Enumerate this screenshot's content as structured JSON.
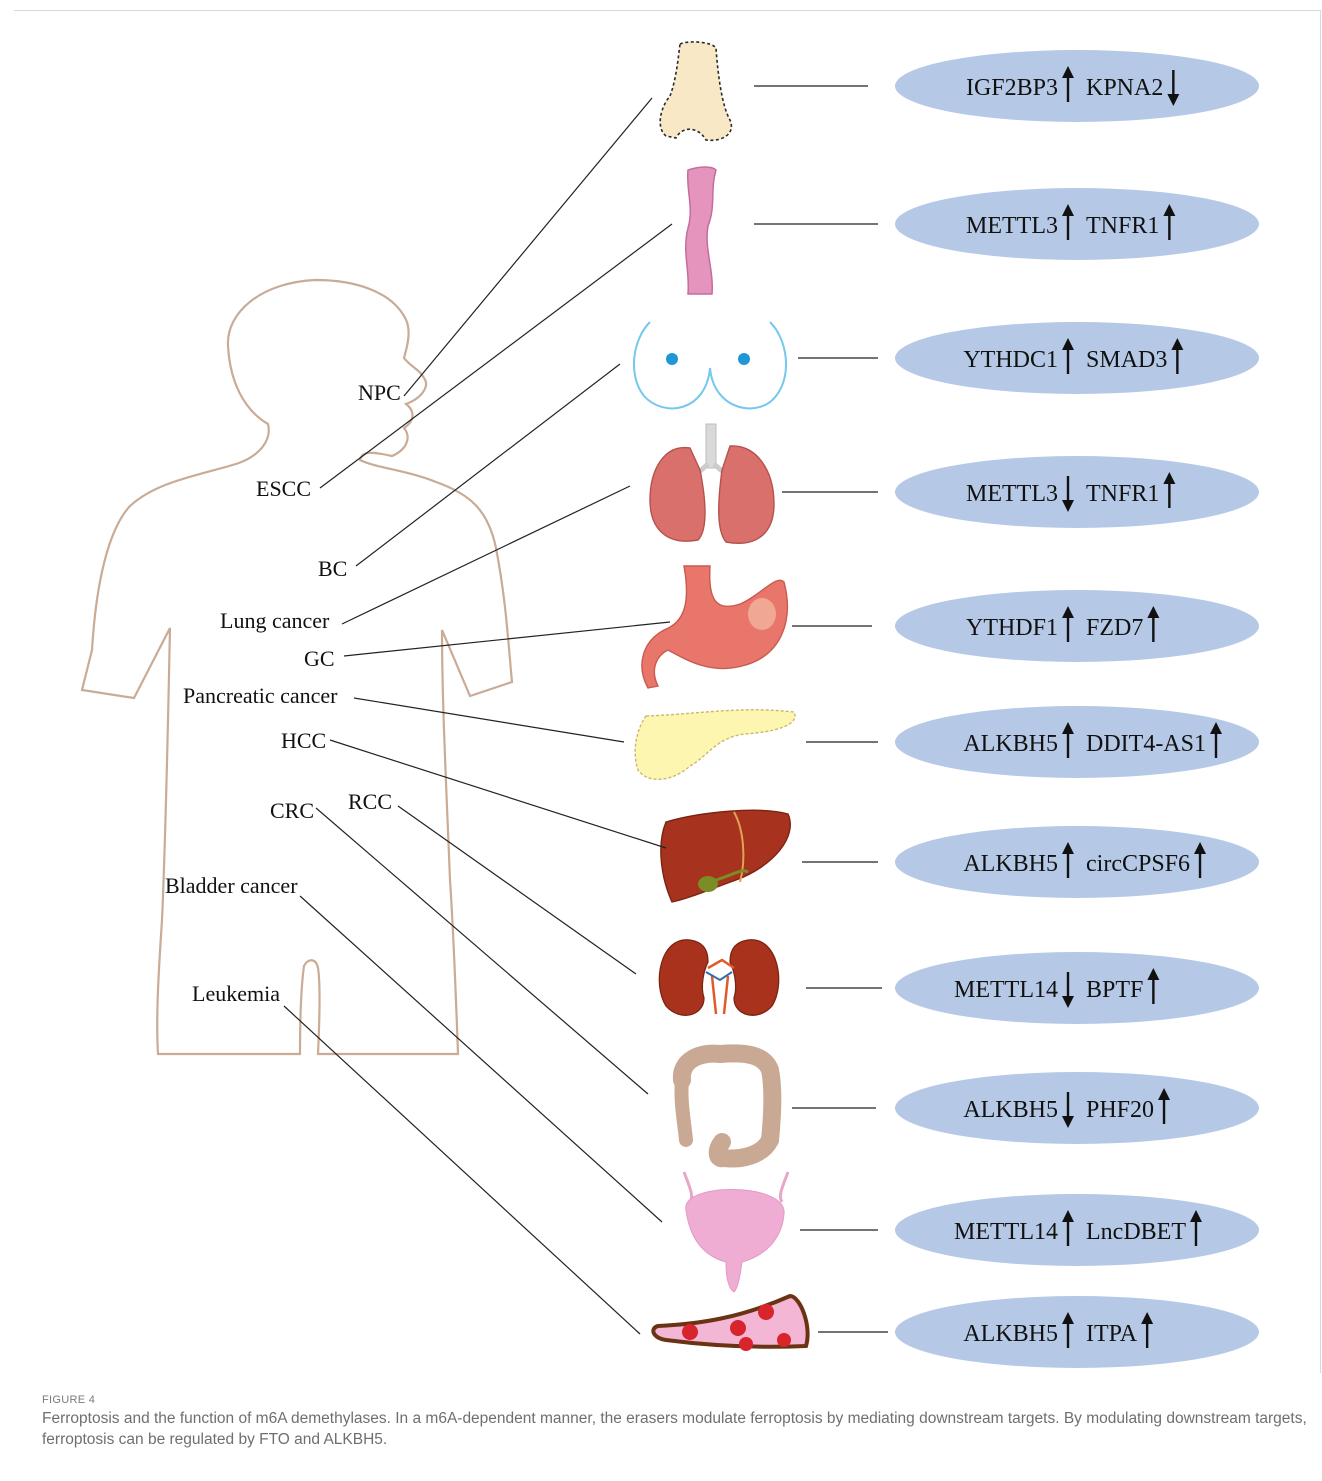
{
  "figure": {
    "label": "FIGURE 4",
    "caption": "Ferroptosis and the function of m6A demethylases. In a m6A-dependent manner, the erasers modulate ferroptosis by mediating downstream targets. By modulating downstream targets, ferroptosis can be regulated by FTO and ALKBH5."
  },
  "colors": {
    "ellipse_fill": "#b5c9e6",
    "body_outline": "#c9ab96",
    "line": "#222222",
    "arrow": "#111111"
  },
  "rows": [
    {
      "organ": "nose",
      "cancer": "NPC",
      "gene1": "IGF2BP3",
      "dir1": "up",
      "gene2": "KPNA2",
      "dir2": "down"
    },
    {
      "organ": "esophagus",
      "cancer": "ESCC",
      "gene1": "METTL3",
      "dir1": "up",
      "gene2": "TNFR1",
      "dir2": "up"
    },
    {
      "organ": "breast",
      "cancer": "BC",
      "gene1": "YTHDC1",
      "dir1": "up",
      "gene2": "SMAD3",
      "dir2": "up"
    },
    {
      "organ": "lungs",
      "cancer": "Lung cancer",
      "gene1": "METTL3",
      "dir1": "down",
      "gene2": "TNFR1",
      "dir2": "up"
    },
    {
      "organ": "stomach",
      "cancer": "GC",
      "gene1": "YTHDF1",
      "dir1": "up",
      "gene2": "FZD7",
      "dir2": "up"
    },
    {
      "organ": "pancreas",
      "cancer": "Pancreatic cancer",
      "gene1": "ALKBH5",
      "dir1": "up",
      "gene2": "DDIT4-AS1",
      "dir2": "up"
    },
    {
      "organ": "liver",
      "cancer": "HCC",
      "gene1": "ALKBH5",
      "dir1": "up",
      "gene2": "circCPSF6",
      "dir2": "up"
    },
    {
      "organ": "kidneys",
      "cancer": "RCC",
      "gene1": "METTL14",
      "dir1": "down",
      "gene2": "BPTF",
      "dir2": "up"
    },
    {
      "organ": "colon",
      "cancer": "CRC",
      "gene1": "ALKBH5",
      "dir1": "down",
      "gene2": "PHF20",
      "dir2": "up"
    },
    {
      "organ": "bladder",
      "cancer": "Bladder cancer",
      "gene1": "METTL14",
      "dir1": "up",
      "gene2": "LncDBET",
      "dir2": "up"
    },
    {
      "organ": "blood-vessel",
      "cancer": "Leukemia",
      "gene1": "ALKBH5",
      "dir1": "up",
      "gene2": "ITPA",
      "dir2": "up"
    }
  ]
}
